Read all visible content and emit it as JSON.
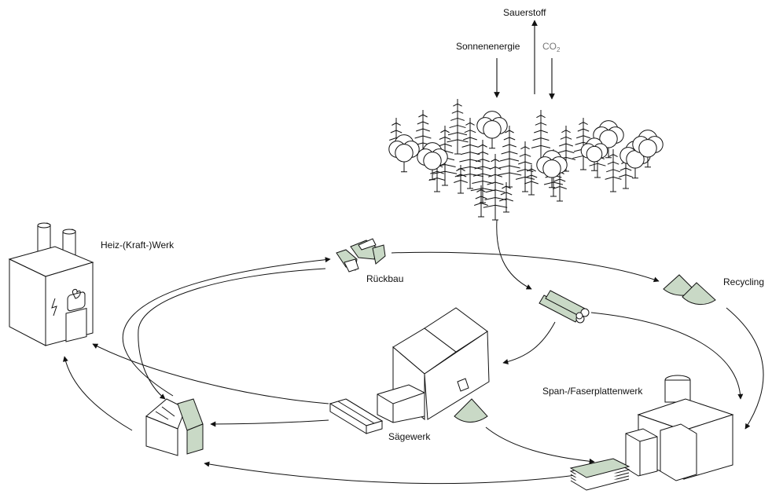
{
  "colors": {
    "line": "#111111",
    "accent_green": "#c9d9c6",
    "background": "#ffffff"
  },
  "labels": {
    "oxygen": "Sauerstoff",
    "solar": "Sonnenenergie",
    "co2_main": "CO",
    "co2_sub": "2",
    "heat_plant": "Heiz-(Kraft-)Werk",
    "deconstruction": "Rückbau",
    "recycling": "Recycling",
    "sawmill": "Sägewerk",
    "board_plant": "Span-/Faserplattenwerk"
  },
  "icons": [
    "forest-icon",
    "heat-plant-icon",
    "lightning-icon",
    "flame-icon",
    "rubble-icon",
    "recycling-heaps-icon",
    "logs-icon",
    "sawmill-icon",
    "sawdust-heap-icon",
    "timber-beams-icon",
    "house-icon",
    "board-plant-icon",
    "board-stack-icon"
  ]
}
